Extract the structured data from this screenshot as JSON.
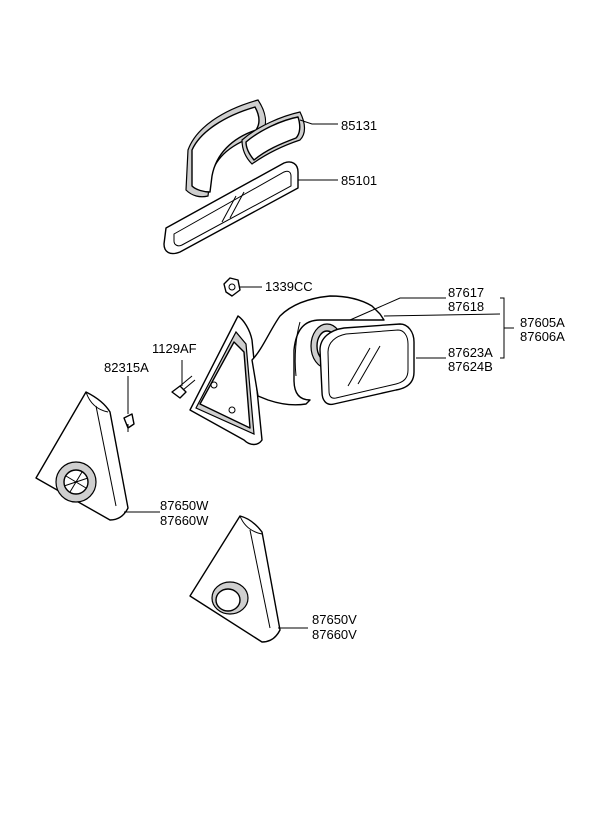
{
  "labels": {
    "p85131": "85131",
    "p85101": "85101",
    "p1339CC": "1339CC",
    "p87617": "87617",
    "p87618": "87618",
    "p87605A": "87605A",
    "p87606A": "87606A",
    "p1129AF": "1129AF",
    "p82315A": "82315A",
    "p87623A": "87623A",
    "p87624B": "87624B",
    "p87650W": "87650W",
    "p87660W": "87660W",
    "p87650V": "87650V",
    "p87660V": "87660V"
  }
}
